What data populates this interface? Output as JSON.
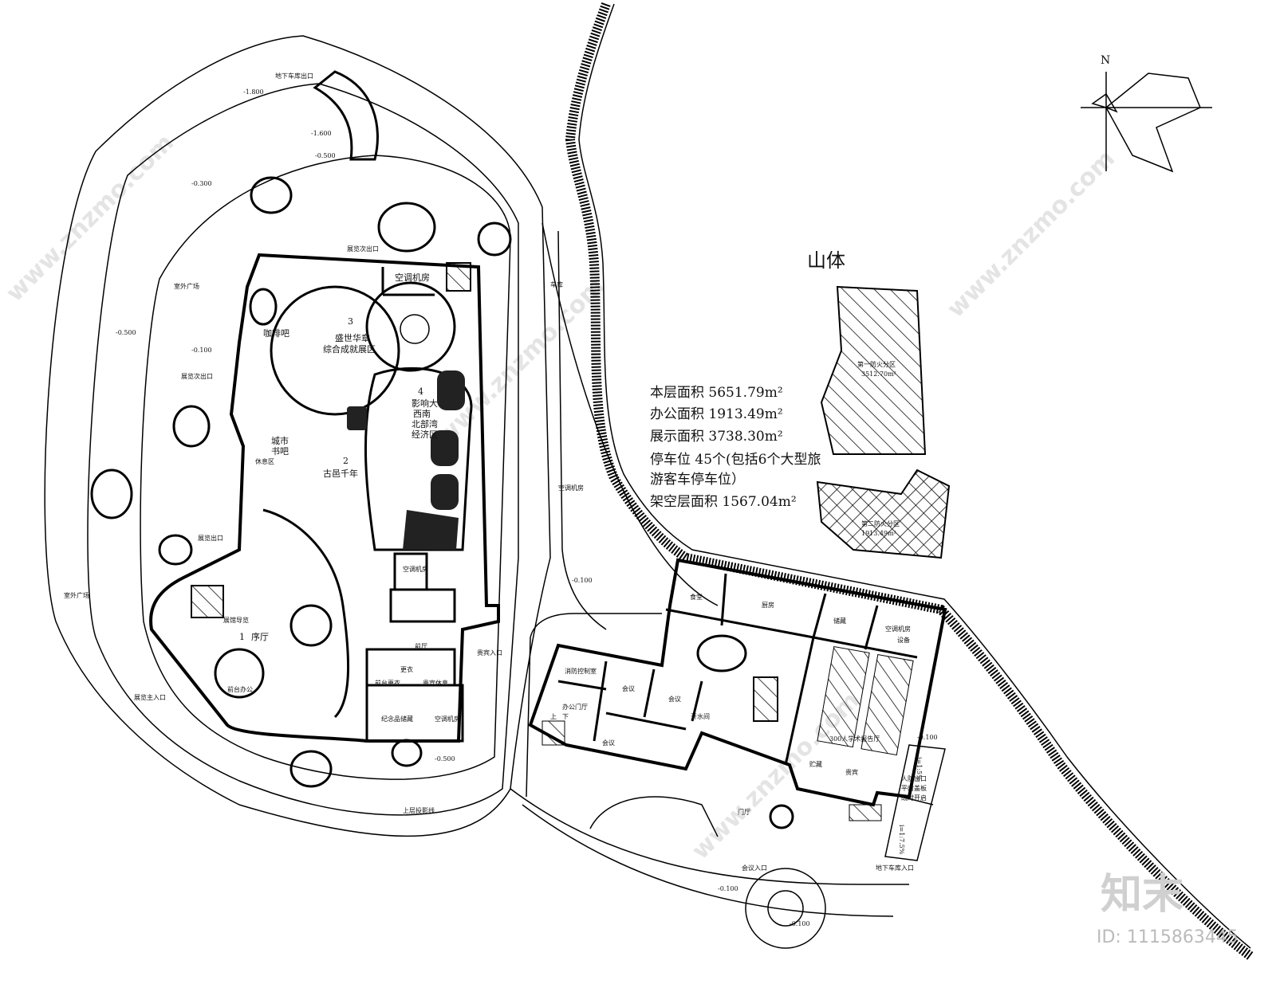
{
  "mountain_label": "山体",
  "north_label": "N",
  "stats": [
    "本层面积 5651.79m²",
    "办公面积 1913.49m²",
    "展示面积 3738.30m²",
    "停车位 45个(包括6个大型旅",
    "游客车停车位）",
    "架空层面积 1567.04m²"
  ],
  "fire_zones": {
    "zone1": "第一防火分区",
    "zone1_area": "3512.70m²",
    "zone2": "第二防火分区",
    "zone2_area": "1913.49m²"
  },
  "levels": {
    "l1": "-1.800",
    "l2": "-1.600",
    "l3": "-0.500",
    "l4": "-0.300",
    "l5": "-0.500",
    "l6": "-0.100",
    "l7": "-0.500",
    "l8": "-0.100",
    "l9": "-0.100",
    "l10": "-0.100",
    "l11": "-0.100"
  },
  "exhibition": {
    "garage_exit": "地下车库出口",
    "secondary_exit_top": "展览次出口",
    "secondary_exit_left": "展览次出口",
    "exit": "展览出口",
    "main_entrance": "展览主入口",
    "plaza_1": "室外广场",
    "plaza_2": "室外广场",
    "ac_room_top": "空调机房",
    "cafe": "咖啡吧",
    "zone3_num": "3",
    "zone3_name_1": "盛世华章",
    "zone3_name_2": "综合成就展区",
    "zone4_num": "4",
    "zone4_name_1": "影响大",
    "zone4_name_2": "西南",
    "zone4_name_3": "北部湾",
    "zone4_name_4": "经济区",
    "zone2_num": "2",
    "zone2_name": "古邑千年",
    "city_library_1": "城市",
    "city_library_2": "书吧",
    "rest_area": "休息区",
    "zone1_num": "1",
    "lobby": "序厅",
    "front_office": "前台办公",
    "guide": "展馆导览",
    "ac_room_mid": "空调机房",
    "front_hall": "前厅",
    "vip_entrance": "贵宾入口",
    "front_change": "前台更衣",
    "change": "更衣",
    "vip_rest": "贵宾休息",
    "souvenir": "纪念品储藏",
    "ac_room_bottom": "空调机房",
    "upper_projection": "上层投影线",
    "garage": "车库",
    "ac_room_road": "空调机房"
  },
  "office": {
    "canteen": "食堂",
    "kitchen": "厨房",
    "storage": "储藏",
    "ac_room": "空调机房",
    "equipment": "设备",
    "fire_control": "消防控制室",
    "office_lobby": "办公门厅",
    "meeting_1": "会议",
    "meeting_2": "会议",
    "meeting_3": "会议",
    "boiler": "开水间",
    "hall": "300人学术报告厅",
    "store": "贮藏",
    "vip": "贵宾",
    "doorway": "门厅",
    "meeting_entrance": "会议入口",
    "garage_entrance": "地下车库入口",
    "civil_defense_1": "人防出口",
    "civil_defense_2": "平时盖板",
    "civil_defense_3": "战时开启",
    "slope_1": "i=1:5%",
    "slope_2": "i=1:7.5%",
    "up": "上",
    "down": "下"
  },
  "watermark": {
    "brand": "知末",
    "id": "ID: 1115863445",
    "site": "www.znzmo.com"
  }
}
